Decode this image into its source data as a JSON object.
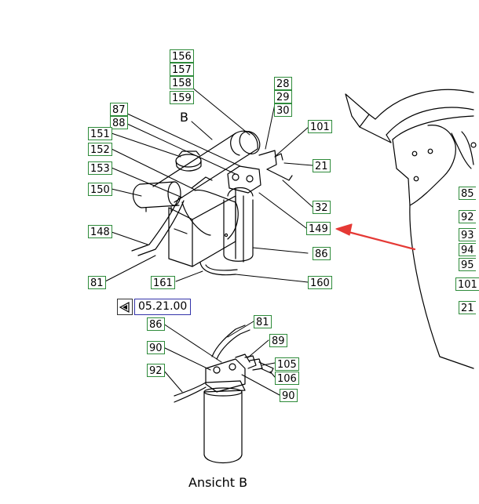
{
  "callouts": [
    {
      "id": "l156",
      "text": "156"
    },
    {
      "id": "l157",
      "text": "157"
    },
    {
      "id": "l158",
      "text": "158"
    },
    {
      "id": "l159",
      "text": "159"
    },
    {
      "id": "l28",
      "text": "28"
    },
    {
      "id": "l29",
      "text": "29"
    },
    {
      "id": "l30",
      "text": "30"
    },
    {
      "id": "l87",
      "text": "87"
    },
    {
      "id": "l88",
      "text": "88"
    },
    {
      "id": "l151",
      "text": "151"
    },
    {
      "id": "l101",
      "text": "101"
    },
    {
      "id": "l152",
      "text": "152"
    },
    {
      "id": "l21",
      "text": "21"
    },
    {
      "id": "l153",
      "text": "153"
    },
    {
      "id": "l150",
      "text": "150"
    },
    {
      "id": "l32",
      "text": "32"
    },
    {
      "id": "l149",
      "text": "149"
    },
    {
      "id": "l148",
      "text": "148"
    },
    {
      "id": "l86a",
      "text": "86"
    },
    {
      "id": "l81a",
      "text": "81"
    },
    {
      "id": "l161",
      "text": "161"
    },
    {
      "id": "l160",
      "text": "160"
    },
    {
      "id": "l86b",
      "text": "86"
    },
    {
      "id": "l81b",
      "text": "81"
    },
    {
      "id": "l89",
      "text": "89"
    },
    {
      "id": "l90a",
      "text": "90"
    },
    {
      "id": "l105",
      "text": "105"
    },
    {
      "id": "l106",
      "text": "106"
    },
    {
      "id": "l92a",
      "text": "92"
    },
    {
      "id": "l90b",
      "text": "90"
    },
    {
      "id": "r85",
      "text": "85"
    },
    {
      "id": "r92",
      "text": "92"
    },
    {
      "id": "r93",
      "text": "93"
    },
    {
      "id": "r94",
      "text": "94"
    },
    {
      "id": "r95",
      "text": "95"
    },
    {
      "id": "r101",
      "text": "101"
    },
    {
      "id": "r21",
      "text": "21"
    }
  ],
  "view_b_marker": "B",
  "view_b_caption": "Ansicht B",
  "reference_code": "05.21.00",
  "colors": {
    "callout_border": "#2e8b3a",
    "arrow": "#e53935",
    "reference_border": "#3333aa"
  }
}
